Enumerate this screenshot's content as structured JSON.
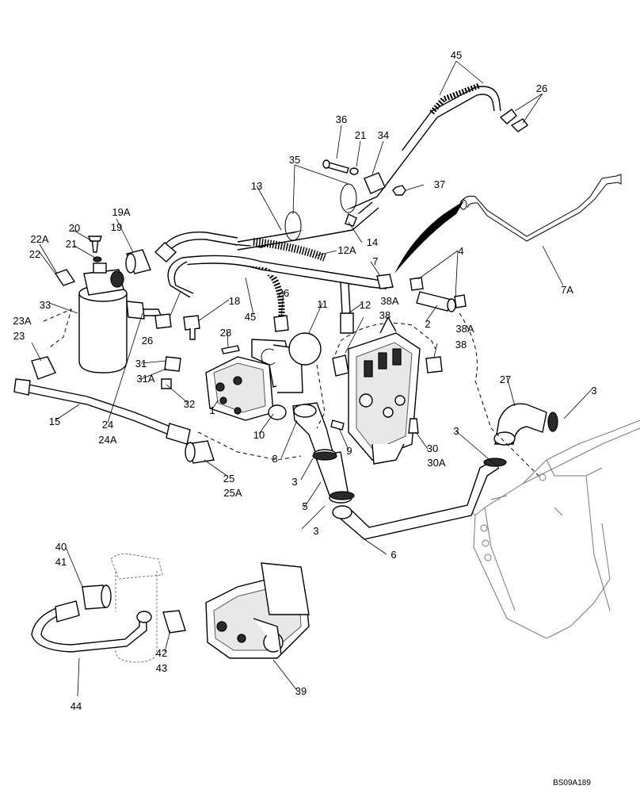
{
  "diagram": {
    "labels": {
      "l45a": "45",
      "l26a": "26",
      "l36": "36",
      "l21a": "21",
      "l34": "34",
      "l35": "35",
      "l37": "37",
      "l13": "13",
      "l14": "14",
      "l12a": "12A",
      "l7": "7",
      "l4": "4",
      "l7a": "7A",
      "l19a": "19A",
      "l19": "19",
      "l20": "20",
      "l21b": "21",
      "l22a": "22A",
      "l22": "22",
      "l33": "33",
      "l18": "18",
      "l26b": "26",
      "l11": "11",
      "l45b": "45",
      "l26c": "26",
      "l12": "12",
      "l38a_top": "38A",
      "l38a": "38",
      "l2": "2",
      "l38a2": "38A",
      "l38b": "38",
      "l23a": "23A",
      "l23": "23",
      "l28": "28",
      "l31": "31",
      "l31a": "31A",
      "l32": "32",
      "l27": "27",
      "l3a": "3",
      "l1": "1",
      "l15": "15",
      "l24": "24",
      "l24a": "24A",
      "l10": "10",
      "l9": "9",
      "l30": "30",
      "l30a": "30A",
      "l3b": "3",
      "l8": "8",
      "l25": "25",
      "l25a": "25A",
      "l3c": "3",
      "l5": "5",
      "l3d": "3",
      "l6": "6",
      "l40": "40",
      "l41": "41",
      "l42": "42",
      "l43": "43",
      "l44": "44",
      "l39": "39"
    },
    "reference_code": "BS09A189"
  }
}
